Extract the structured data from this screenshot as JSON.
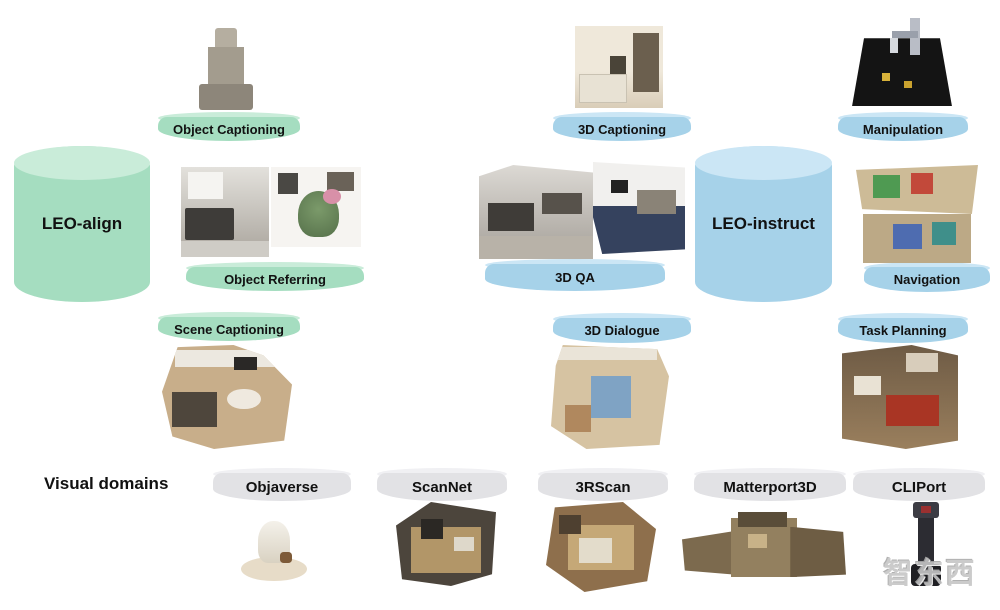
{
  "align_branch": {
    "cylinder_label": "LEO-align",
    "object_captioning": "Object Captioning",
    "object_referring": "Object Referring",
    "scene_captioning": "Scene Captioning"
  },
  "instruct_branch": {
    "cylinder_label": "LEO-instruct",
    "captioning_3d": "3D Captioning",
    "qa_3d": "3D QA",
    "dialogue_3d": "3D Dialogue",
    "manipulation": "Manipulation",
    "navigation": "Navigation",
    "task_planning": "Task Planning"
  },
  "visual_domains": {
    "heading": "Visual domains",
    "items": [
      {
        "label": "Objaverse"
      },
      {
        "label": "ScanNet"
      },
      {
        "label": "3RScan"
      },
      {
        "label": "Matterport3D"
      },
      {
        "label": "CLIPort"
      }
    ]
  },
  "images": {
    "align": [
      "statue-object",
      "indoor-room-photo-left",
      "indoor-room-photo-right",
      "scene-scan-topdown"
    ],
    "instruct_middle": [
      "bedroom-photo",
      "office-room-scan",
      "studio-room-scan",
      "bedroom-scan-topdown"
    ],
    "instruct_right": [
      "robot-arm-table",
      "navigation-floorplans",
      "living-room-scan"
    ],
    "domains": [
      "objaverse-object",
      "scannet-room-scan",
      "3rscan-room-scan",
      "matterport3d-building-scan",
      "cliport-robot"
    ]
  },
  "watermark": {
    "text": "智东西"
  },
  "colors": {
    "green_body": "#a5ddc0",
    "green_top": "#c9ecd9",
    "blue_body": "#a6d2e9",
    "blue_top": "#cbe6f5",
    "gray_body": "#e2e2e5",
    "gray_top": "#f0f0f3",
    "text": "#111111"
  }
}
